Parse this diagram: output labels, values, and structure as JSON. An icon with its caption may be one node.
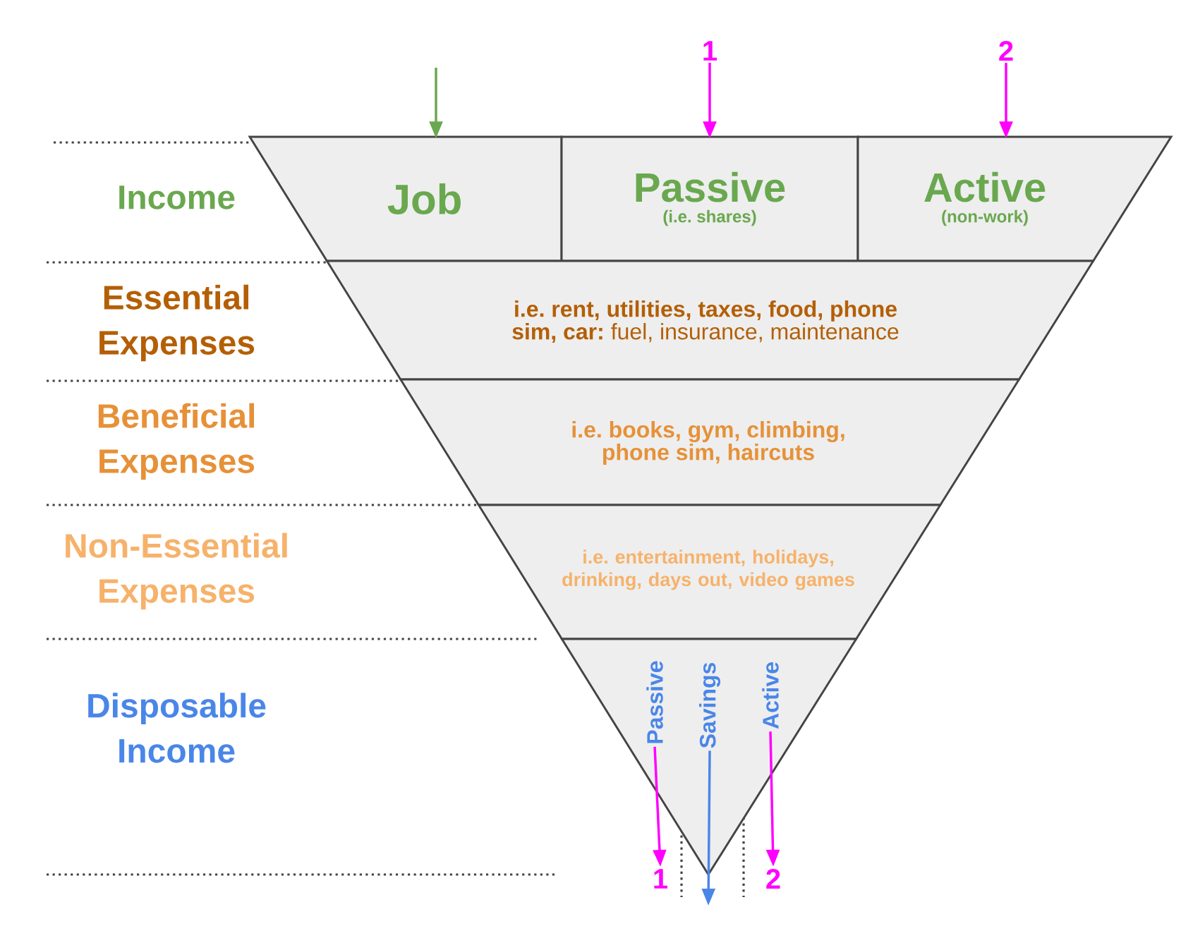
{
  "diagram": {
    "nodes": [
      {
        "text": [
          "Job"
        ]
      },
      {
        "text": [
          "Passive",
          "(i.e. shares)"
        ]
      },
      {
        "text": [
          "Active",
          "(non-work)"
        ]
      },
      {
        "text": [
          "**i.e. rent, utilities, taxes, food, phone sim, car:** fuel, insurance, maintenance"
        ]
      },
      {
        "text": [
          "i.e. books, gym, climbing, phone sim, haircuts"
        ]
      },
      {
        "text": [
          "i.e. entertainment, holidays, drinking, days out, video games"
        ]
      },
      {
        "text": [],
        "shape": "triangle"
      },
      {
        "text": [
          "Passive"
        ],
        "in": 6
      },
      {
        "text": [
          "Savings"
        ],
        "in": 6
      },
      {
        "text": [
          "Active"
        ],
        "in": 6
      },
      {
        "text": [
          "1"
        ]
      },
      {
        "text": [
          "2"
        ]
      },
      {
        "text": [
          "1"
        ]
      },
      {
        "text": [
          "2"
        ]
      }
    ],
    "edges": [
      {
        "from": null,
        "to": 0,
        "arrow": "to",
        "color": "#6aa84f"
      },
      {
        "from": 10,
        "to": 1,
        "arrow": "to",
        "color": "#ff00ff"
      },
      {
        "from": 11,
        "to": 2,
        "arrow": "to",
        "color": "#ff00ff"
      },
      {
        "from": 7,
        "to": 12,
        "arrow": "to",
        "color": "#ff00ff"
      },
      {
        "from": 8,
        "to": null,
        "arrow": "to",
        "color": "#4a86e8"
      },
      {
        "from": 9,
        "to": 13,
        "arrow": "to",
        "color": "#ff00ff"
      }
    ],
    "labels": [
      "Income",
      "Essential Expenses",
      "Beneficial Expenses",
      "Non-Essential Expenses",
      "Disposable Income"
    ]
  }
}
